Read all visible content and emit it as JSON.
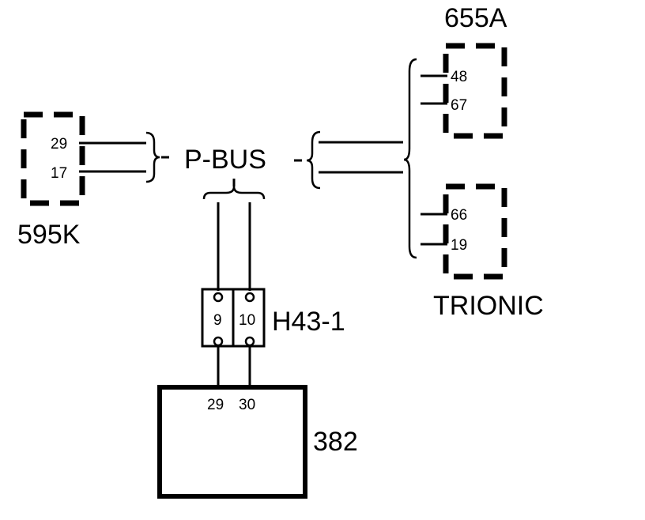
{
  "components": {
    "c595k": {
      "label": "595K",
      "pins": [
        "29",
        "17"
      ]
    },
    "c655a": {
      "label": "655A",
      "pins": [
        "48",
        "67"
      ]
    },
    "trionic": {
      "label": "TRIONIC",
      "pins": [
        "66",
        "19"
      ]
    },
    "h43": {
      "label": "H43-1",
      "pins": [
        "9",
        "10"
      ]
    },
    "c382": {
      "label": "382",
      "pins": [
        "29",
        "30"
      ]
    }
  },
  "bus": {
    "label": "P-BUS"
  },
  "colors": {
    "line": "#000000",
    "background": "#ffffff"
  }
}
